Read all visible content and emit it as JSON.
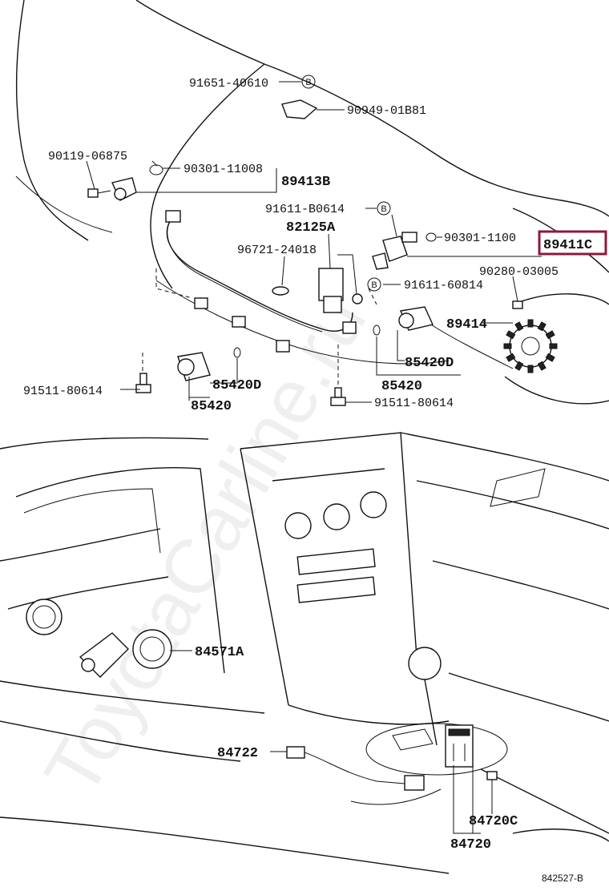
{
  "labels": {
    "p91651_40610": "91651-40610",
    "p90949_01B81": "90949-01B81",
    "p90119_06875": "90119-06875",
    "p90301_11008": "90301-11008",
    "p89413B": "89413B",
    "p91611_B0614": "91611-B0614",
    "p82125A": "82125A",
    "p96721_24018": "96721-24018",
    "p90301_1100": "90301-1100",
    "p89411C": "89411C",
    "p90280_03005": "90280-03005",
    "p91611_60814": "91611-60814",
    "p89414": "89414",
    "p85420D_right": "85420D",
    "p85420_right": "85420",
    "p91511_80614_left": "91511-80614",
    "p85420D_left": "85420D",
    "p85420_left": "85420",
    "p91511_80614_right": "91511-80614",
    "p84571A": "84571A",
    "p84722": "84722",
    "p84720C": "84720C",
    "p84720": "84720"
  },
  "markers": {
    "bolt_b": "B"
  },
  "figure_code": "842527-B",
  "watermark": "ToyotaCarline.ru",
  "colors": {
    "highlight": "#8b1a3a",
    "ink": "#111111"
  }
}
